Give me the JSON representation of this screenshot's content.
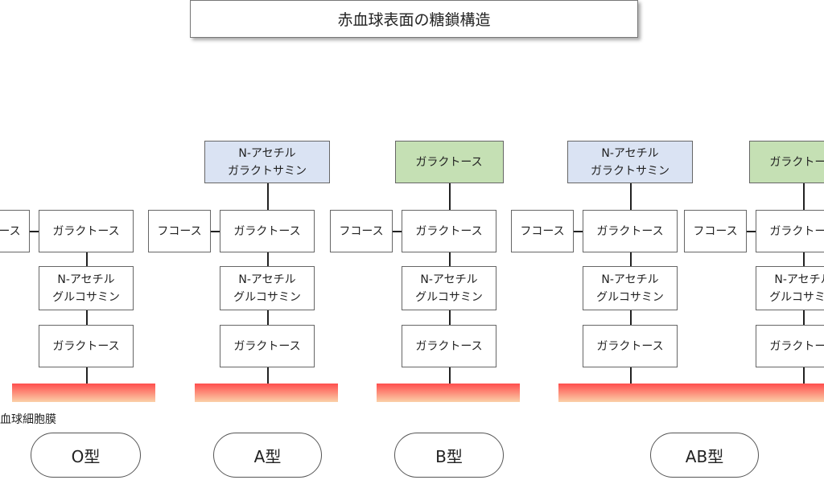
{
  "title": "赤血球表面の糖鎖構造",
  "membrane_label": "赤血球細胞膜",
  "sugars": {
    "gal": "ガラクトース",
    "fuc": "フコース",
    "glcnac": "N-アセチル\nグルコサミン",
    "galnac": "N-アセチル\nガラクトサミン"
  },
  "types": {
    "o": "O型",
    "a": "A型",
    "b": "B型",
    "ab": "AB型"
  },
  "colors": {
    "a_antigen": "#dae3f3",
    "b_antigen": "#c5e0b4",
    "membrane": "#ff4d4d"
  }
}
